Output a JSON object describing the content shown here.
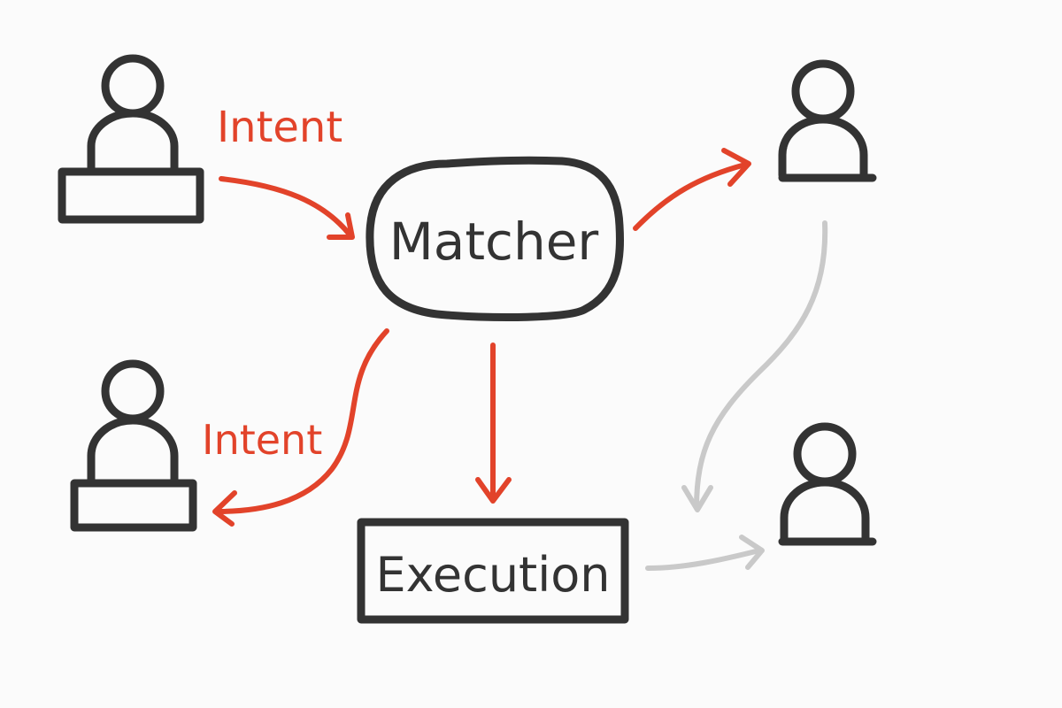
{
  "labels": {
    "intent_top": "Intent",
    "intent_bottom": "Intent",
    "matcher": "Matcher",
    "execution": "Execution"
  },
  "colors": {
    "background": "#fbfbfb",
    "ink": "#333333",
    "accent": "#e2432a",
    "muted": "#c9c9c9"
  },
  "icons": {
    "person": "person-icon",
    "desk": "desk-icon"
  }
}
